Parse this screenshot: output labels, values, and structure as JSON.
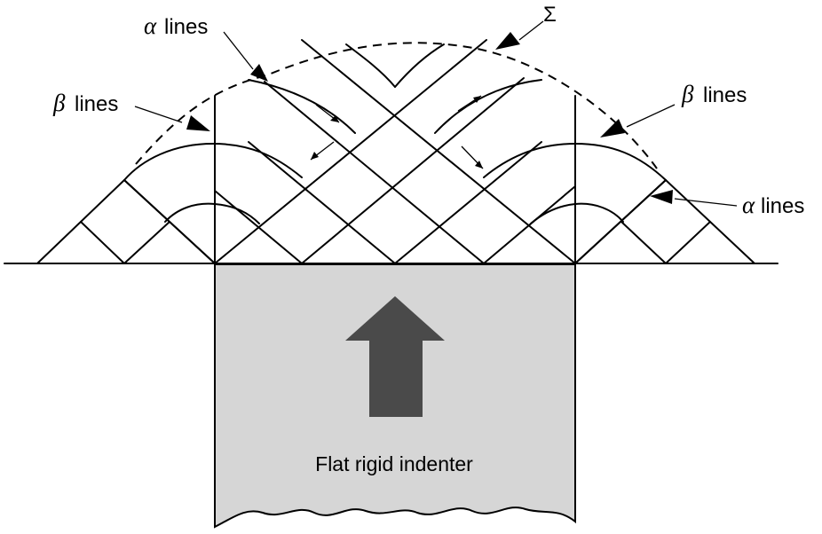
{
  "labels": {
    "sigma": "Σ",
    "alpha_symbol": "α",
    "beta_symbol": "β",
    "lines_word": "lines"
  },
  "indenter": {
    "caption": "Flat rigid indenter",
    "fill_color": "#d6d6d6",
    "arrow_color": "#4a4a4a"
  },
  "icons": {
    "indenter_arrow": "up-arrow-icon",
    "pointer": "arrowhead-icon"
  }
}
